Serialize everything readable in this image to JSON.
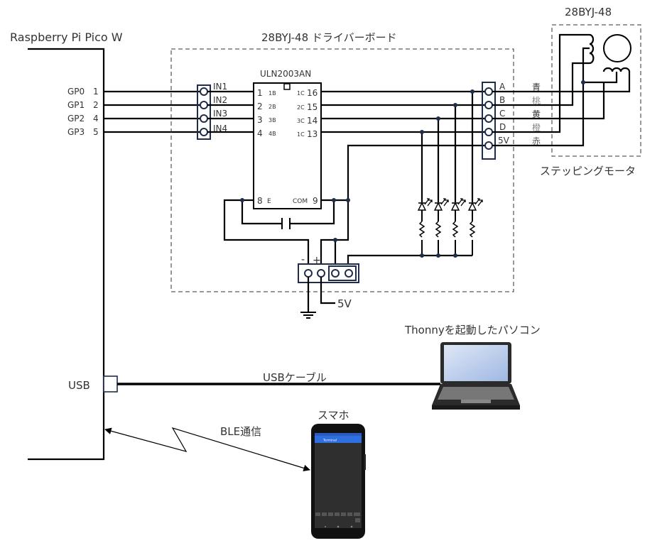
{
  "pico": {
    "title": "Raspberry Pi Pico W",
    "pins": [
      {
        "name": "GP0",
        "num": "1"
      },
      {
        "name": "GP1",
        "num": "2"
      },
      {
        "name": "GP2",
        "num": "4"
      },
      {
        "name": "GP3",
        "num": "5"
      }
    ],
    "usb_label": "USB"
  },
  "driver_board": {
    "title": "28BYJ-48 ドライバーボード",
    "inputs": [
      "IN1",
      "IN2",
      "IN3",
      "IN4"
    ],
    "chip": {
      "name": "ULN2003AN",
      "left_pins": [
        {
          "num": "1",
          "name": "1B"
        },
        {
          "num": "2",
          "name": "2B"
        },
        {
          "num": "3",
          "name": "3B"
        },
        {
          "num": "4",
          "name": "4B"
        }
      ],
      "right_pins": [
        {
          "name": "1C",
          "num": "16"
        },
        {
          "name": "2C",
          "num": "15"
        },
        {
          "name": "3C",
          "num": "14"
        },
        {
          "name": "1C",
          "num": "13"
        }
      ],
      "e_pin": {
        "num": "8",
        "name": "E"
      },
      "com_pin": {
        "name": "COM",
        "num": "9"
      }
    },
    "outputs": [
      "A",
      "B",
      "C",
      "D",
      "5V"
    ],
    "power": {
      "minus": "-",
      "plus": "+",
      "supply": "5V"
    }
  },
  "wire_colors": [
    "青",
    "桃",
    "黄",
    "橙",
    "赤"
  ],
  "motor": {
    "title": "28BYJ-48",
    "caption": "ステッピングモータ"
  },
  "pc": {
    "label": "Thonnyを起動したパソコン",
    "cable_label": "USBケーブル"
  },
  "phone": {
    "label": "スマホ",
    "app_title": "Terminal",
    "link_label": "BLE通信"
  }
}
